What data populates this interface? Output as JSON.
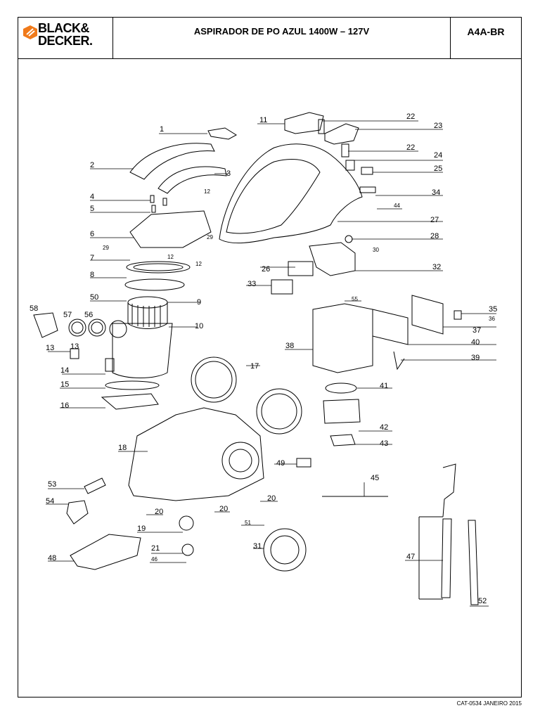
{
  "header": {
    "brand_line1": "BLACK&",
    "brand_line2": "DECKER.",
    "title": "ASPIRADOR DE PO AZUL 1400W – 127V",
    "code": "A4A-BR"
  },
  "footer": {
    "catalog": "CAT-0534 JANEIRO 2015"
  },
  "colors": {
    "brand_orange": "#f07a1a",
    "ink": "#000000"
  },
  "icons": [
    "black-decker-hex-logo"
  ],
  "parts": [
    {
      "n": "1"
    },
    {
      "n": "2"
    },
    {
      "n": "3"
    },
    {
      "n": "4"
    },
    {
      "n": "5"
    },
    {
      "n": "6"
    },
    {
      "n": "7"
    },
    {
      "n": "8"
    },
    {
      "n": "9"
    },
    {
      "n": "10"
    },
    {
      "n": "11"
    },
    {
      "n": "12"
    },
    {
      "n": "12"
    },
    {
      "n": "12"
    },
    {
      "n": "13"
    },
    {
      "n": "14"
    },
    {
      "n": "15"
    },
    {
      "n": "16"
    },
    {
      "n": "17"
    },
    {
      "n": "18"
    },
    {
      "n": "19"
    },
    {
      "n": "20"
    },
    {
      "n": "20"
    },
    {
      "n": "20"
    },
    {
      "n": "21"
    },
    {
      "n": "22"
    },
    {
      "n": "22"
    },
    {
      "n": "23"
    },
    {
      "n": "24"
    },
    {
      "n": "25"
    },
    {
      "n": "26"
    },
    {
      "n": "27"
    },
    {
      "n": "28"
    },
    {
      "n": "29"
    },
    {
      "n": "29"
    },
    {
      "n": "30"
    },
    {
      "n": "31"
    },
    {
      "n": "32"
    },
    {
      "n": "33"
    },
    {
      "n": "34"
    },
    {
      "n": "35"
    },
    {
      "n": "36"
    },
    {
      "n": "37"
    },
    {
      "n": "38"
    },
    {
      "n": "39"
    },
    {
      "n": "40"
    },
    {
      "n": "41"
    },
    {
      "n": "42"
    },
    {
      "n": "43"
    },
    {
      "n": "44"
    },
    {
      "n": "45"
    },
    {
      "n": "46"
    },
    {
      "n": "47"
    },
    {
      "n": "48"
    },
    {
      "n": "49"
    },
    {
      "n": "50"
    },
    {
      "n": "51"
    },
    {
      "n": "52"
    },
    {
      "n": "53"
    },
    {
      "n": "54"
    },
    {
      "n": "55"
    },
    {
      "n": "56"
    },
    {
      "n": "57"
    },
    {
      "n": "58"
    }
  ]
}
